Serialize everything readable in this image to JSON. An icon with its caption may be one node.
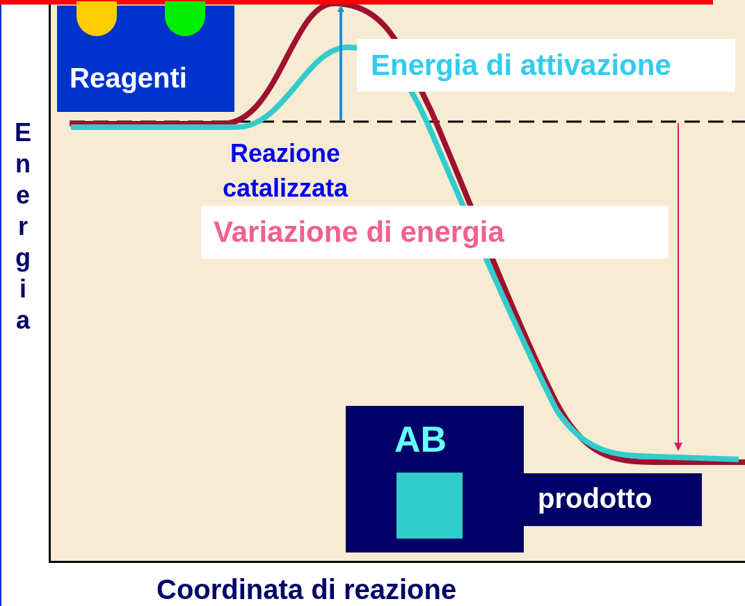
{
  "diagram": {
    "nodes": [
      {
        "text": [
          "Reagenti"
        ]
      },
      {
        "text": [
          "AB"
        ]
      },
      {
        "text": [
          "prodotto"
        ]
      }
    ],
    "labels": [
      "Energia di attivazione",
      "Energia",
      "Reazione catalizzata",
      "Variazione di energia",
      "Coordinata di reazione"
    ]
  }
}
